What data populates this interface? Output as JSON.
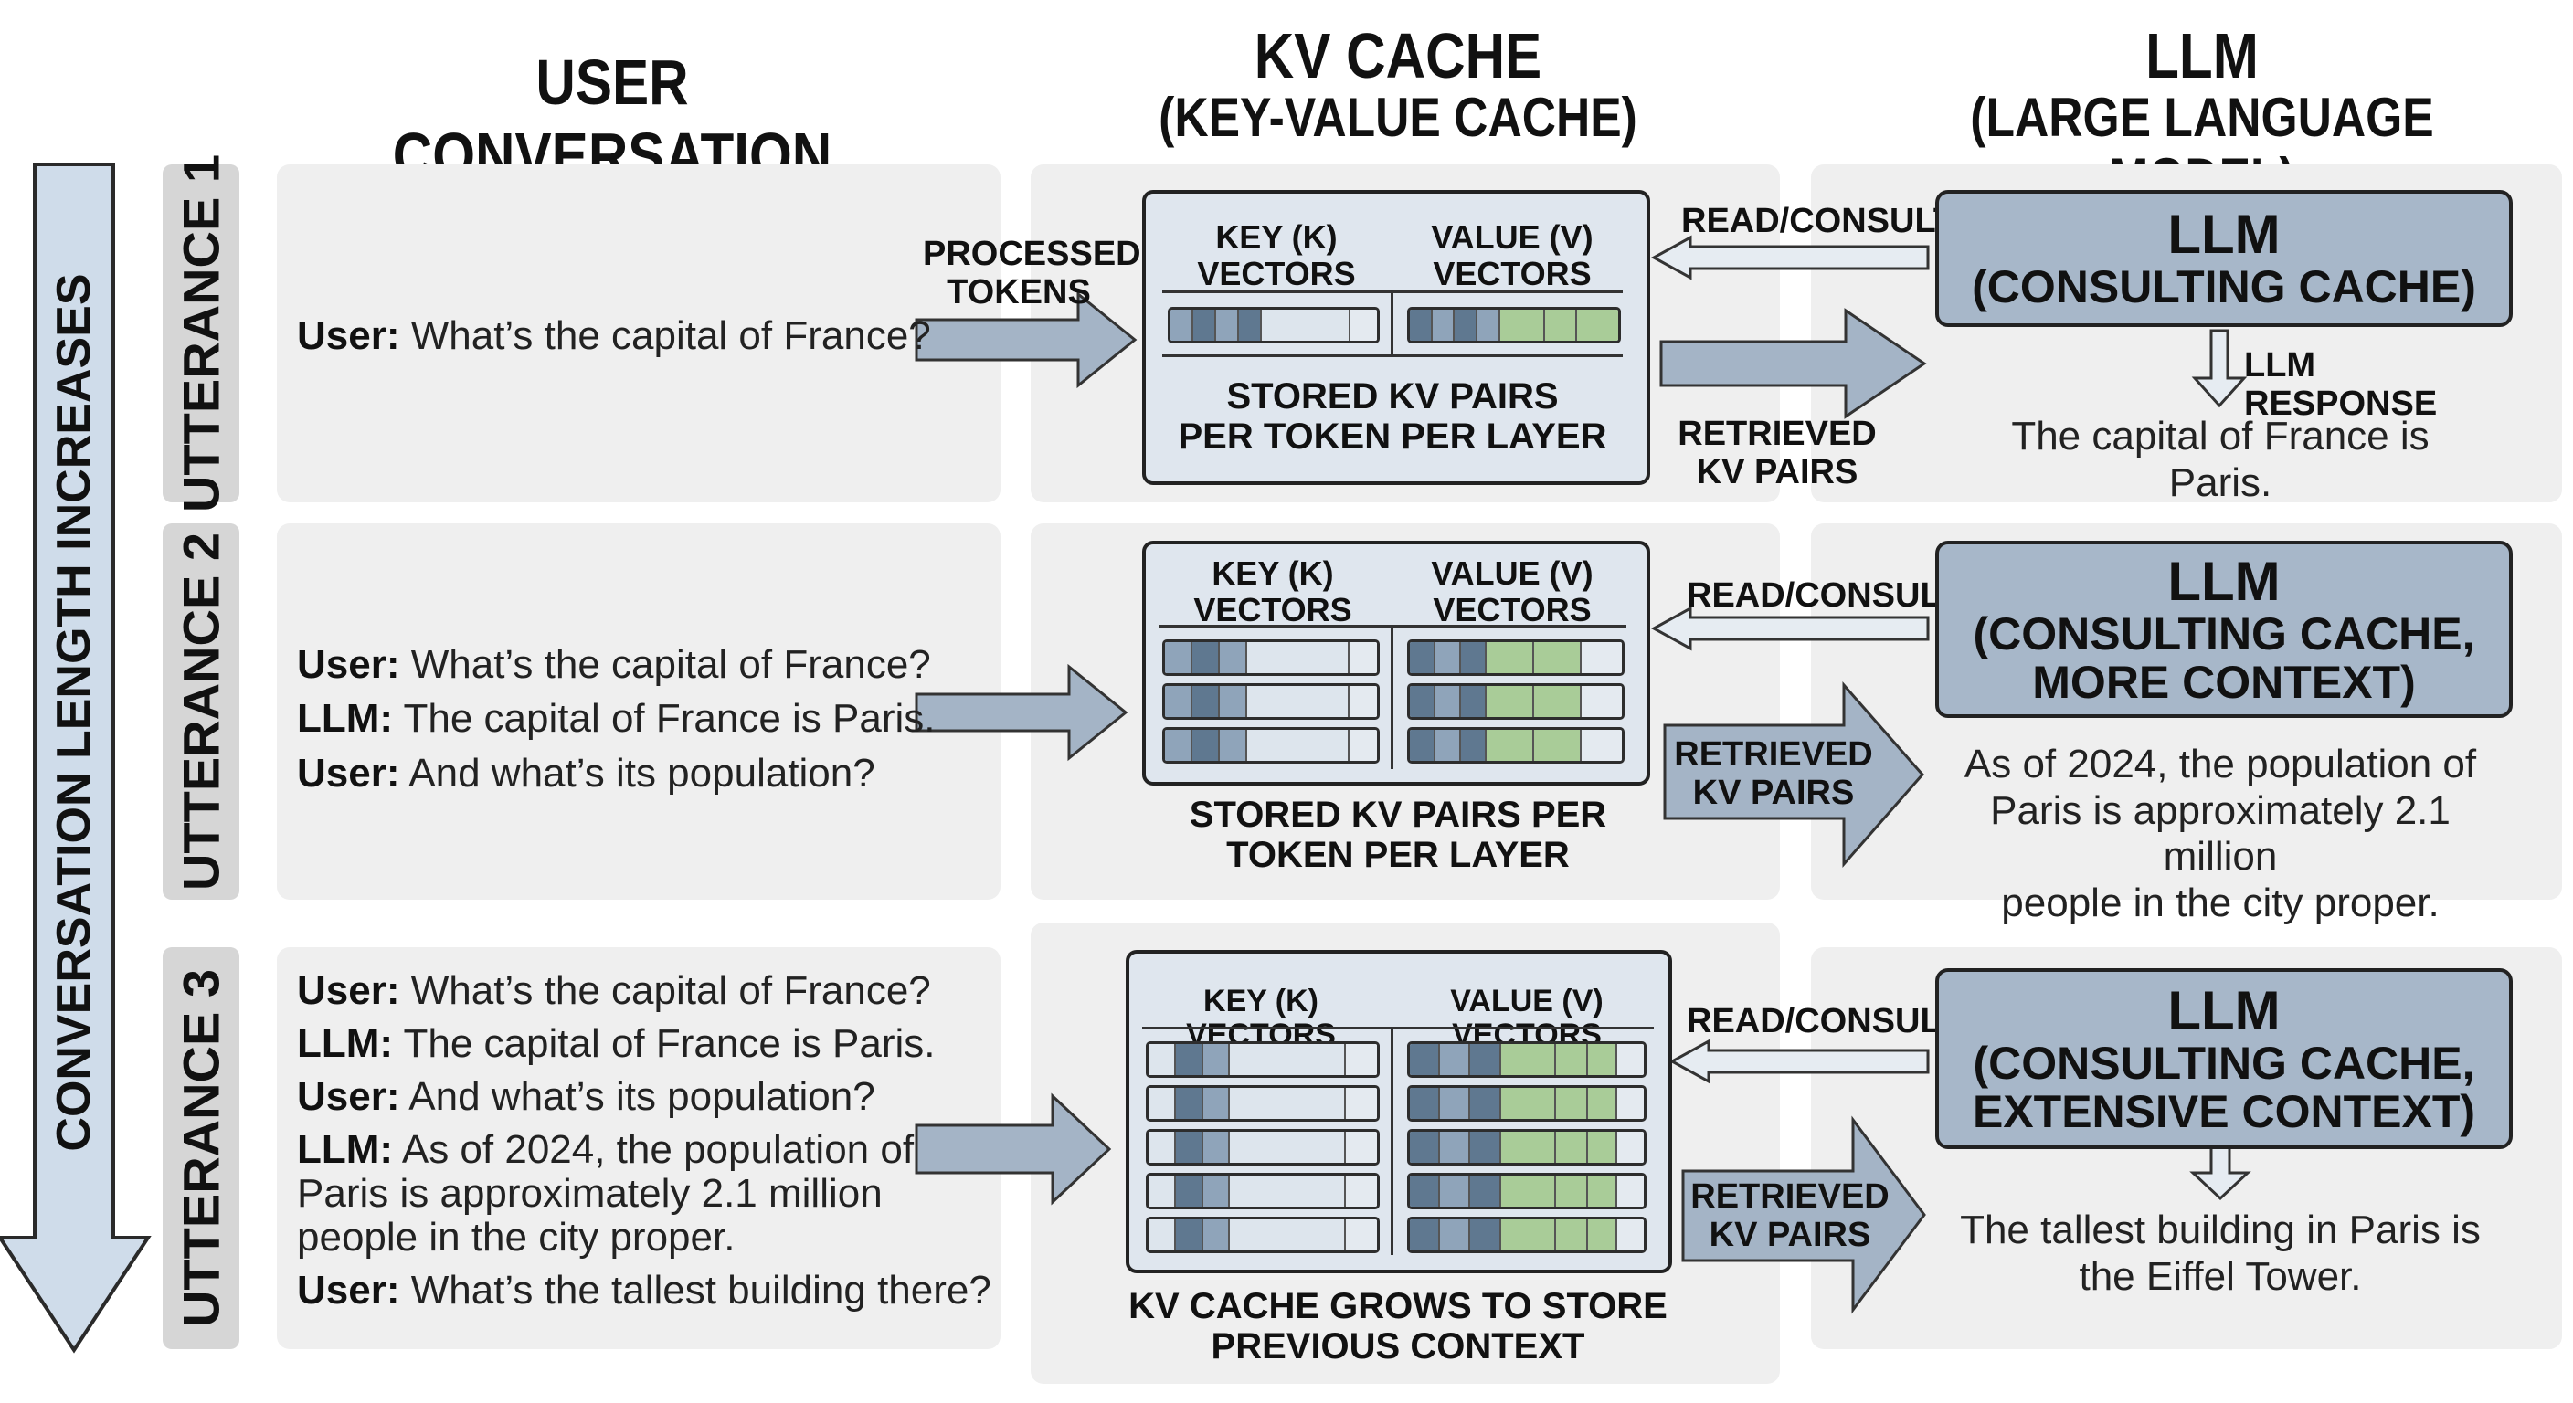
{
  "headers": {
    "conversation": "USER CONVERSATION",
    "kv_line1": "KV CACHE",
    "kv_line2": "(KEY-VALUE CACHE)",
    "llm_line1": "LLM",
    "llm_line2": "(LARGE LANGUAGE MODEL)"
  },
  "side_arrow_label": "CONVERSATION LENGTH INCREASES",
  "colors": {
    "panel": "#efefef",
    "tab": "#d6d6d6",
    "cache": "#dfe6ee",
    "llm_box": "#a7b7c9",
    "arrow": "#a4b4c6",
    "key_dark": "#5f7890",
    "key_mid": "#8fa4ba",
    "value_green": "#a9cc98"
  },
  "rows": [
    {
      "tab": "UTTERANCE 1",
      "conversation": [
        {
          "speaker": "User:",
          "text": " What’s the capital of France?"
        }
      ],
      "processed_tokens": [
        "PROCESSED",
        "TOKENS"
      ],
      "key_header": [
        "KEY (K)",
        "VECTORS"
      ],
      "value_header": [
        "VALUE (V)",
        "VECTORS"
      ],
      "cache_caption": [
        "STORED KV PAIRS",
        "PER TOKEN PER LAYER"
      ],
      "read_consult": "READ/CONSULT",
      "retrieved": [
        "RETRIEVED",
        "KV PAIRS"
      ],
      "llm_box": [
        "LLM",
        "(CONSULTING CACHE)"
      ],
      "llm_response_label": "LLM RESPONSE",
      "response": [
        "The capital of France is Paris."
      ]
    },
    {
      "tab": "UTTERANCE 2",
      "conversation": [
        {
          "speaker": "User:",
          "text": " What’s the capital of France?"
        },
        {
          "speaker": "LLM:",
          "text": " The capital of France is Paris."
        },
        {
          "speaker": "User:",
          "text": " And what’s its population?"
        }
      ],
      "key_header": [
        "KEY (K)",
        "VECTORS"
      ],
      "value_header": [
        "VALUE (V)",
        "VECTORS"
      ],
      "cache_caption": [
        "STORED KV PAIRS PER",
        "TOKEN PER LAYER"
      ],
      "read_consult": "READ/CONSULT",
      "retrieved": [
        "RETRIEVED",
        "KV PAIRS"
      ],
      "llm_box": [
        "LLM",
        "(CONSULTING CACHE,",
        "MORE CONTEXT)"
      ],
      "response": [
        "As of 2024, the population of",
        "Paris is approximately 2.1 million",
        "people in the city proper."
      ]
    },
    {
      "tab": "UTTERANCE 3",
      "conversation": [
        {
          "speaker": "User:",
          "text": " What’s the capital of France?"
        },
        {
          "speaker": "LLM:",
          "text": " The capital of France is Paris."
        },
        {
          "speaker": "User:",
          "text": " And what’s its population?"
        },
        {
          "speaker": "LLM:",
          "text": " As of 2024, the population of"
        },
        {
          "speaker": "",
          "text": "Paris is approximately 2.1 million"
        },
        {
          "speaker": "",
          "text": "people in the city proper."
        },
        {
          "speaker": "User:",
          "text": " What’s the tallest building there?"
        }
      ],
      "key_header": [
        "KEY (K) VECTORS"
      ],
      "value_header": [
        "VALUE (V) VECTORS"
      ],
      "cache_caption": [
        "KV CACHE GROWS TO STORE",
        "PREVIOUS CONTEXT"
      ],
      "read_consult": "READ/CONSULT",
      "retrieved": [
        "RETRIEVED",
        "KV PAIRS"
      ],
      "llm_box": [
        "LLM",
        "(CONSULTING CACHE,",
        "EXTENSIVE CONTEXT)"
      ],
      "response": [
        "The tallest building in Paris is",
        "the Eiffel Tower."
      ]
    }
  ]
}
